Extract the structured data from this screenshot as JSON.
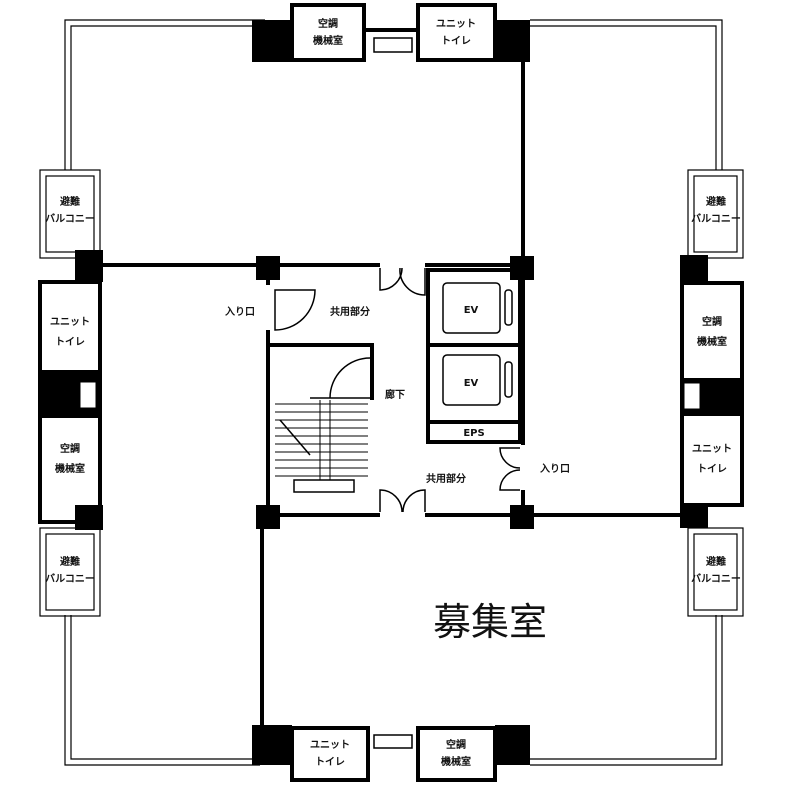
{
  "plan": {
    "vacant_room": "募集室",
    "ac_room": [
      "空調",
      "機械室"
    ],
    "unit_toilet": [
      "ユニット",
      "トイレ"
    ],
    "balcony": [
      "避難",
      "バルコニー"
    ],
    "entrance": "入り口",
    "common_area": "共用部分",
    "corridor": "廊下",
    "elevator": "EV",
    "eps": "EPS"
  }
}
